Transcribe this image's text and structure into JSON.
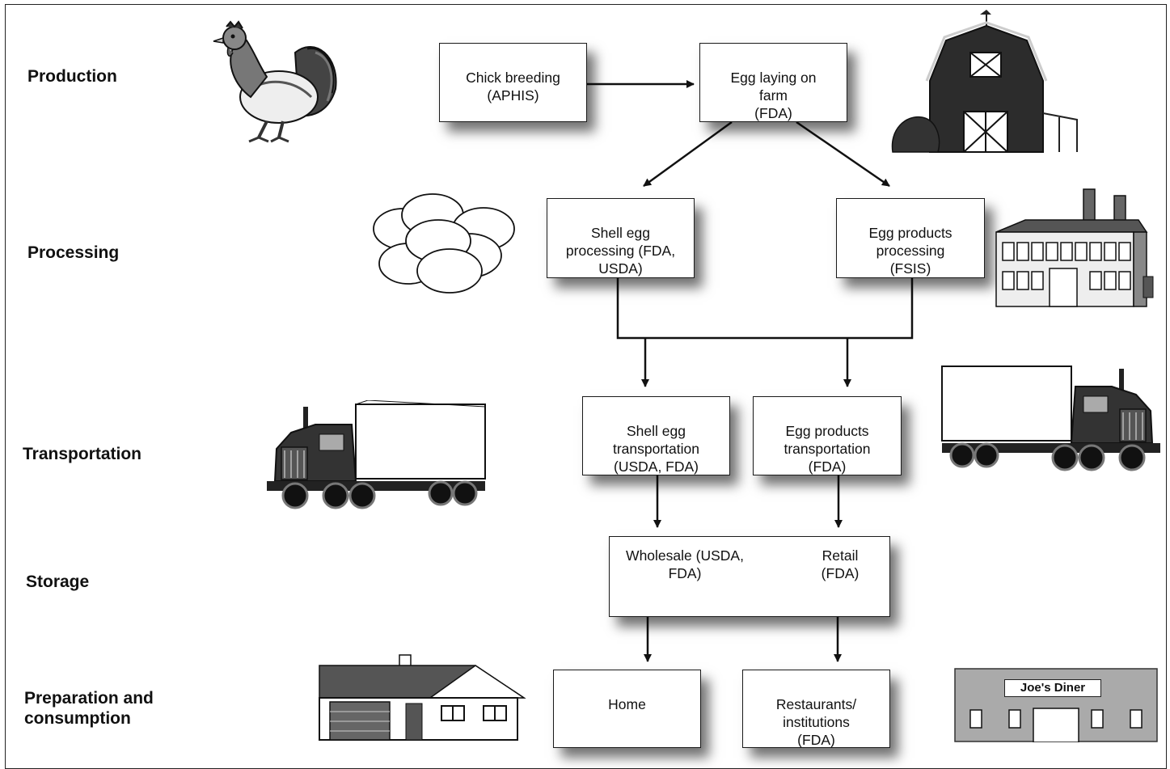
{
  "stages": {
    "production": "Production",
    "processing": "Processing",
    "transportation": "Transportation",
    "storage": "Storage",
    "preparation": "Preparation and\nconsumption"
  },
  "boxes": {
    "chick_breeding": "Chick breeding\n(APHIS)",
    "egg_laying": "Egg laying on\nfarm\n(FDA)",
    "shell_processing": "Shell egg\nprocessing (FDA,\nUSDA)",
    "egg_products_processing": "Egg products\nprocessing\n(FSIS)",
    "shell_transport": "Shell egg\ntransportation\n(USDA, FDA)",
    "egg_products_transport": "Egg products\ntransportation\n(FDA)",
    "storage_wholesale": "Wholesale (USDA,\nFDA)",
    "storage_retail": "Retail\n(FDA)",
    "home": "Home",
    "restaurants": "Restaurants/\ninstitutions\n(FDA)"
  },
  "diner_sign": "Joe's Diner",
  "icons": [
    "rooster-icon",
    "barn-icon",
    "eggs-icon",
    "factory-icon",
    "truck-icon",
    "house-icon",
    "diner-icon"
  ]
}
